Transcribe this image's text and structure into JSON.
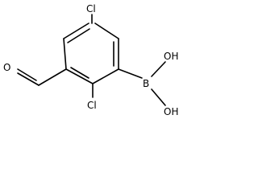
{
  "molecule": {
    "atoms": {
      "cl_top": "Cl",
      "cl_bottom": "Cl",
      "boron": "B",
      "oh_upper": "OH",
      "oh_lower": "OH",
      "aldehyde_oxygen": "O"
    },
    "colors": {
      "line": "#000000",
      "text": "#000000",
      "background": "#ffffff"
    }
  }
}
